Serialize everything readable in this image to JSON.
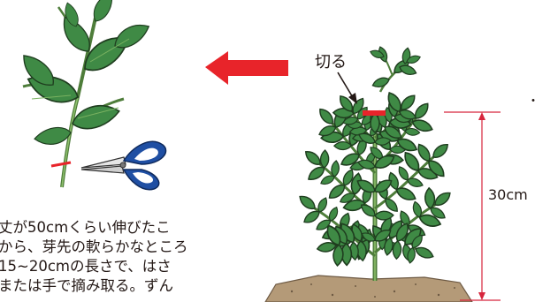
{
  "labels": {
    "cut": "切る",
    "height": "30cm",
    "partial_right": "・"
  },
  "caption": [
    "丈が50cmくらい伸びたこ",
    "から、芽先の軟らかなところ",
    "15~20cmの長さで、はさ",
    "または手で摘み取る。ずん"
  ],
  "colors": {
    "leaf": "#3f8a45",
    "leaf_light": "#79b160",
    "leaf_outline": "#1f3d1f",
    "stem": "#4e7d3a",
    "stem_light": "#8fc16d",
    "arrow": "#e8242a",
    "cut_mark": "#e8242a",
    "measure": "#d7263d",
    "scissors_handle": "#1f4fa3",
    "soil": "#b49a78"
  },
  "icons": [
    "scissors-icon",
    "left-arrow-icon",
    "down-arrow-icon"
  ]
}
